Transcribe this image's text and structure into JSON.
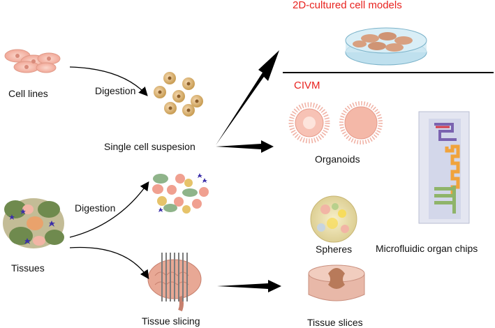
{
  "labels": {
    "cell_lines": "Cell lines",
    "digestion_1": "Digestion",
    "single_cell_suspension": "Single cell suspesion",
    "digestion_2": "Digestion",
    "tissues": "Tissues",
    "tissue_slicing": "Tissue slicing",
    "models_2d": "2D-cultured cell models",
    "civm": "CIVM",
    "organoids": "Organoids",
    "spheres": "Spheres",
    "microfluidic_organ_chips": "Microfluidic organ chips",
    "tissue_slices": "Tissue slices"
  },
  "colors": {
    "heading_red": "#e8231f",
    "cell_pink": "#f2b5a5",
    "cell_tan": "#d9b97a",
    "tissue_green": "#6f8a4e",
    "star_blue": "#3b2fa8",
    "dish_blue": "#bfe0ee",
    "chip_panel": "#e4e6f1",
    "chip_orange": "#f0a33c"
  }
}
